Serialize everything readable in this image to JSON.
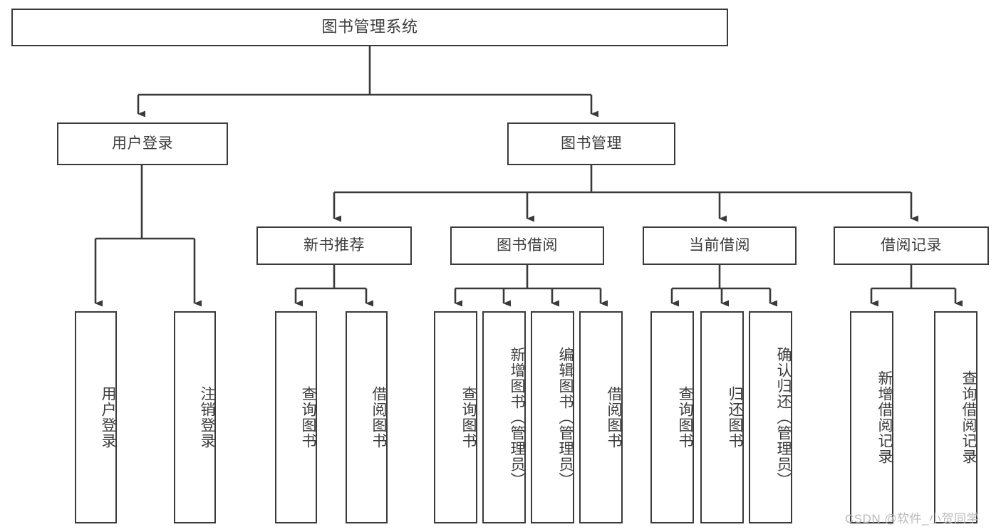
{
  "diagram": {
    "title": "图书管理系统",
    "type": "hierarchy-tree",
    "colors": {
      "stroke": "#3a3a3a",
      "text": "#3c3c3c",
      "background": "#ffffff",
      "watermark": "#b9b9b9"
    },
    "nodes": {
      "root": {
        "label": "图书管理系统"
      },
      "level2": [
        {
          "label": "用户登录"
        },
        {
          "label": "图书管理"
        }
      ],
      "level3": [
        {
          "label": "新书推荐"
        },
        {
          "label": "图书借阅"
        },
        {
          "label": "当前借阅"
        },
        {
          "label": "借阅记录"
        }
      ],
      "leaves_user_login": [
        {
          "label": "用户登录"
        },
        {
          "label": "注销登录"
        }
      ],
      "leaves_new_book": [
        {
          "label": "查询图书"
        },
        {
          "label": "借阅图书"
        }
      ],
      "leaves_borrow": [
        {
          "label": "查询图书"
        },
        {
          "label": "新增图书（管理员）"
        },
        {
          "label": "编辑图书（管理员）"
        },
        {
          "label": "借阅图书"
        }
      ],
      "leaves_current": [
        {
          "label": "查询图书"
        },
        {
          "label": "归还图书"
        },
        {
          "label": "确认归还（管理员）"
        }
      ],
      "leaves_records": [
        {
          "label": "新增借阅记录"
        },
        {
          "label": "查询借阅记录"
        }
      ]
    },
    "watermark": "CSDN @软件_小贺同学"
  }
}
